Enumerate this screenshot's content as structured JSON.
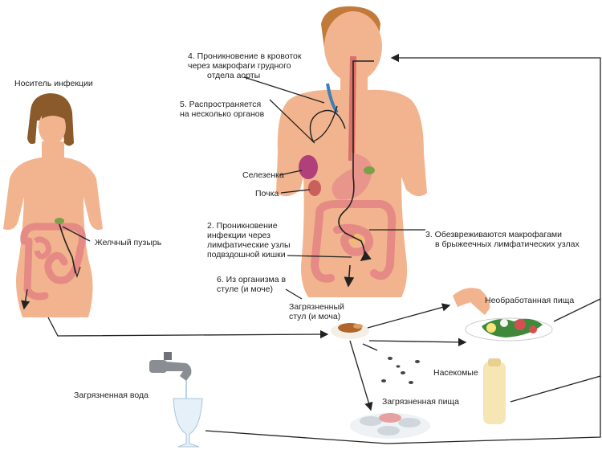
{
  "labels": {
    "carrier": "Носитель инфекции",
    "gallbladder": "Желчный пузырь",
    "step4": [
      "4. Проникновение в кровоток",
      "через  макрофаги грудного",
      "отдела аорты"
    ],
    "step5": [
      "5. Распространяется",
      "на несколько органов"
    ],
    "spleen": "Селезенка",
    "kidney": "Почка",
    "step2": [
      "2. Проникновение",
      "инфекции через",
      "лимфатические узлы",
      "подвздошной кишки"
    ],
    "step3": [
      "3. Обезвреживаются макрофагами",
      "в брыжеечных лимфатических узлах"
    ],
    "step6": [
      "6. Из организма в",
      "стуле (и моче)"
    ],
    "stool": [
      "Загрязненный",
      "стул (и моча)"
    ],
    "raw_food": "Необработанная пища",
    "insects": "Насекомые",
    "contaminated_water": "Загрязненная вода",
    "contaminated_food": "Загрязненная пища"
  },
  "colors": {
    "skin": "#f2b48e",
    "skin_shade": "#e89c78",
    "intestine": "#e58a84",
    "hair_female": "#8a5a2a",
    "hair_male": "#c27a3a",
    "stomach": "#e8968c",
    "spleen": "#b0407a",
    "esophagus": "#d9706a",
    "line": "#222222"
  }
}
